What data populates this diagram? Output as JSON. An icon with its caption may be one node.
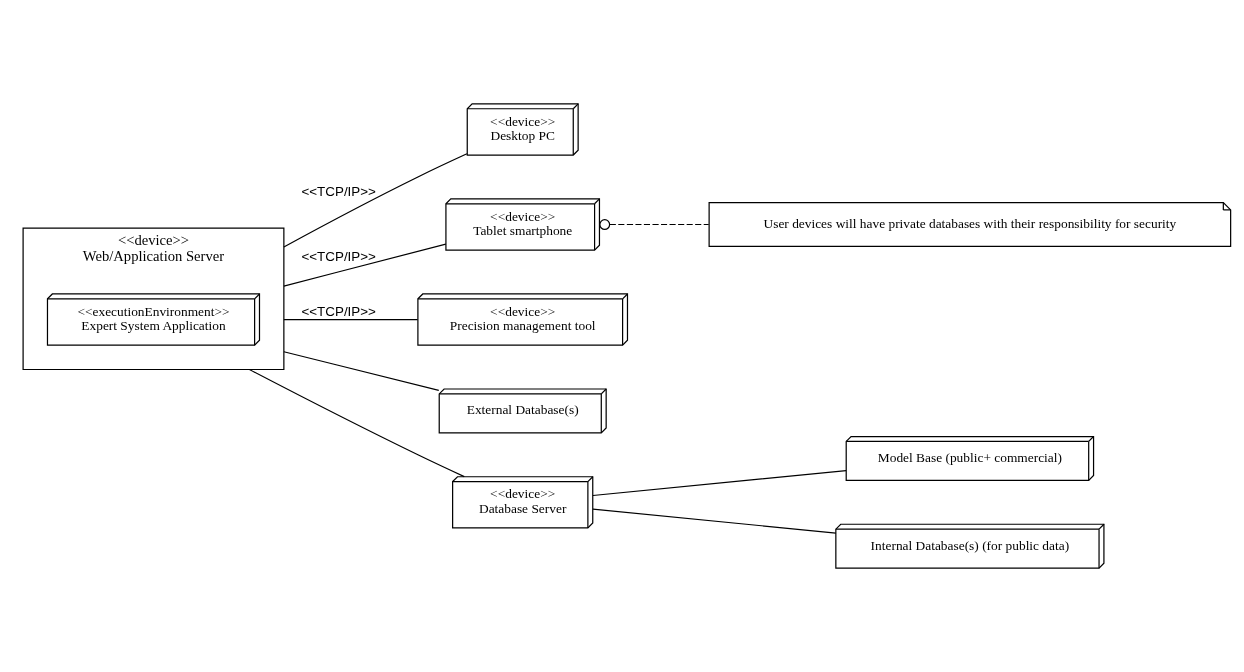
{
  "diagram": {
    "nodes": [
      {
        "text": [
          "<<device>>",
          "Web/Application Server"
        ]
      },
      {
        "text": [
          "<<executionEnvironment>>",
          "Expert System Application"
        ],
        "in": 0
      },
      {
        "text": [
          "<<device>>",
          "Desktop PC"
        ]
      },
      {
        "text": [
          "<<device>>",
          "Tablet smartphone"
        ]
      },
      {
        "text": [
          "<<device>>",
          "Precision management tool"
        ]
      },
      {
        "text": [
          "User devices will have private databases with their responsibility for security"
        ]
      },
      {
        "text": [
          "External Database(s)"
        ]
      },
      {
        "text": [
          "<<device>>",
          "Database Server"
        ]
      },
      {
        "text": [
          "Model Base (public+ commercial)"
        ]
      },
      {
        "text": [
          "Internal Database(s) (for public data)"
        ]
      }
    ],
    "edges": [
      {
        "from": 0,
        "to": 2,
        "arrow": "none",
        "label": "<<TCP/IP>>"
      },
      {
        "from": 0,
        "to": 3,
        "arrow": "none",
        "label": "<<TCP/IP>>"
      },
      {
        "from": 0,
        "to": 4,
        "arrow": "none",
        "label": "<<TCP/IP>>"
      },
      {
        "from": 3,
        "to": 5,
        "arrow": "other",
        "style": "dashed"
      },
      {
        "from": 0,
        "to": 6,
        "arrow": "none"
      },
      {
        "from": 0,
        "to": 7,
        "arrow": "none"
      },
      {
        "from": 7,
        "to": 8,
        "arrow": "none"
      },
      {
        "from": 7,
        "to": 9,
        "arrow": "none"
      }
    ]
  }
}
